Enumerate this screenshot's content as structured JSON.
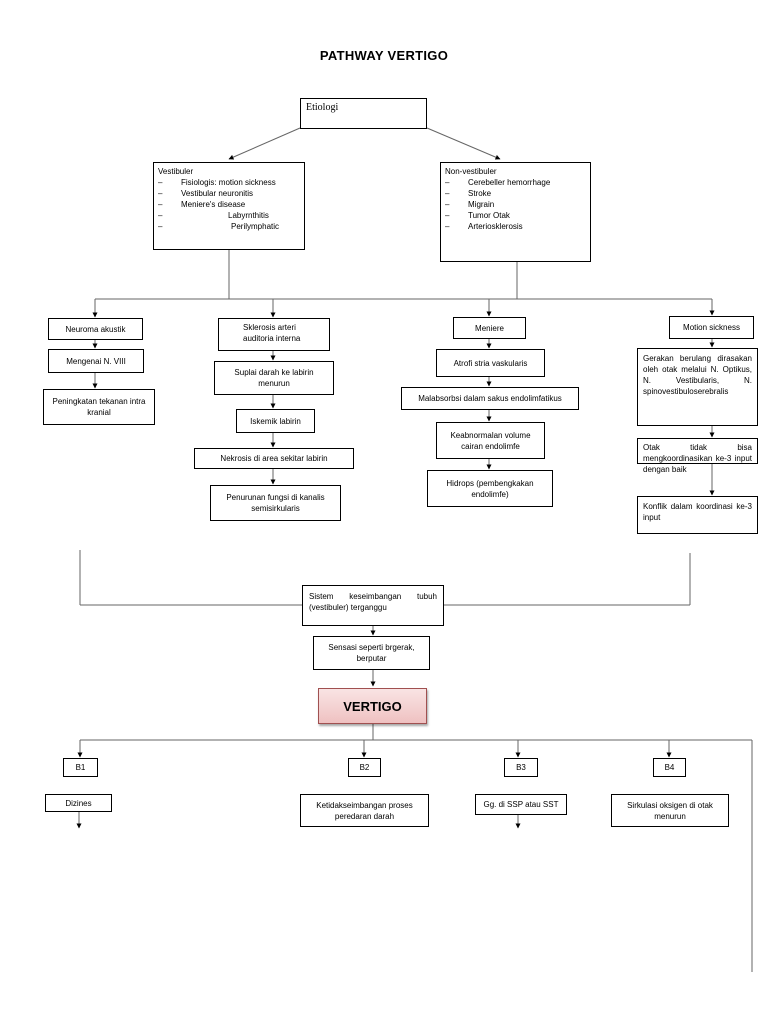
{
  "title": "PATHWAY VERTIGO",
  "etiologi": "Etiologi",
  "vestibuler": {
    "heading": "Vestibuler",
    "items": [
      "Fisiologis: motion sickness",
      "Vestibular neuronitis",
      "Meniere's disease",
      "Labyrnthitis",
      "Perilymphatic"
    ]
  },
  "non_vestibuler": {
    "heading": "Non-vestibuler",
    "items": [
      "Cerebeller hemorrhage",
      "Stroke",
      "Migrain",
      "Tumor Otak",
      "Arteriosklerosis"
    ]
  },
  "col1": {
    "a": "Neuroma akustik",
    "b": "Mengenai N. VIII",
    "c": "Peningkatan tekanan intra kranial"
  },
  "col2": {
    "a": "Sklerosis arteri auditoria interna",
    "b": "Suplai darah ke labirin menurun",
    "c": "Iskemik labirin",
    "d": "Nekrosis di area sekitar labirin",
    "e": "Penurunan fungsi di kanalis semisirkularis"
  },
  "col3": {
    "a": "Meniere",
    "b": "Atrofi stria vaskularis",
    "c": "Malabsorbsi dalam sakus endolimfatikus",
    "d": "Keabnormalan volume cairan endolimfe",
    "e": "Hidrops (pembengkakan endolimfe)"
  },
  "col4": {
    "a": "Motion sickness",
    "b": "Gerakan berulang dirasakan oleh otak melalui N. Optikus, N. Vestibularis, N. spinovestibuloserebralis",
    "c": "Otak tidak bisa mengkoordinasikan ke-3 input dengan baik",
    "d": "Konflik dalam koordinasi ke-3 input"
  },
  "sistem": "Sistem keseimbangan tubuh (vestibuler) terganggu",
  "sensasi": "Sensasi seperti brgerak, berputar",
  "vertigo": "VERTIGO",
  "b_labels": [
    "B1",
    "B2",
    "B3",
    "B4"
  ],
  "b_items": [
    "Dizines",
    "Ketidakseimbangan proses peredaran darah",
    "Gg. di SSP atau SST",
    "Sirkulasi oksigen di otak menurun"
  ]
}
